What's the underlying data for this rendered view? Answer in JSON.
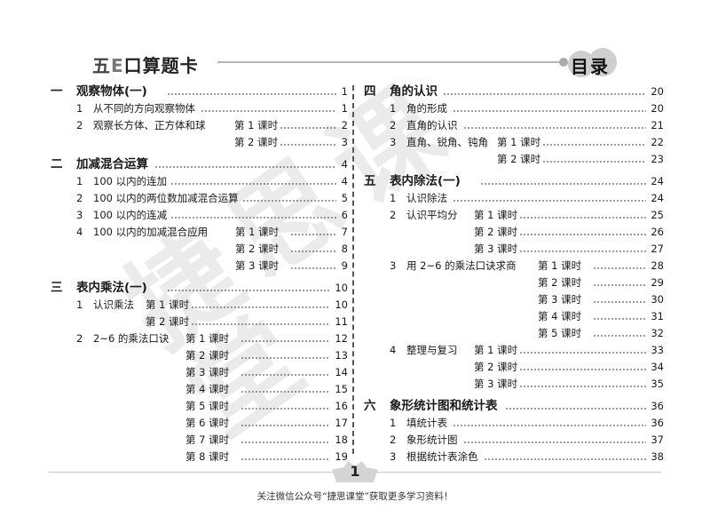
{
  "header": {
    "brand_part1": "五",
    "brand_part2": "E",
    "brand_rest": "口算题卡",
    "section_title": "目录"
  },
  "left_column": [
    {
      "type": "chapter",
      "num": "一",
      "title": "观察物体(一)",
      "page": "1"
    },
    {
      "type": "sub",
      "num": "1",
      "title": "从不同的方向观察物体",
      "lesson": "",
      "page": "1"
    },
    {
      "type": "sub",
      "num": "2",
      "title": "观察长方体、正方体和球",
      "lesson": "第 1 课时",
      "page": "2"
    },
    {
      "type": "lesson",
      "lesson": "第 2 课时",
      "page": "3"
    },
    {
      "type": "chapter",
      "num": "二",
      "title": "加减混合运算",
      "page": "4"
    },
    {
      "type": "sub",
      "num": "1",
      "title": "100 以内的连加",
      "lesson": "",
      "page": "4"
    },
    {
      "type": "sub",
      "num": "2",
      "title": "100 以内的两位数加减混合运算",
      "lesson": "",
      "page": "5"
    },
    {
      "type": "sub",
      "num": "3",
      "title": "100 以内的连减",
      "lesson": "",
      "page": "6"
    },
    {
      "type": "sub",
      "num": "4",
      "title": "100 以内的加减混合应用",
      "lesson": "第 1 课时",
      "page": "7"
    },
    {
      "type": "lesson",
      "lesson": "第 2 课时",
      "page": "8"
    },
    {
      "type": "lesson",
      "lesson": "第 3 课时",
      "page": "9"
    },
    {
      "type": "chapter",
      "num": "三",
      "title": "表内乘法(一)",
      "page": "10"
    },
    {
      "type": "sub",
      "num": "1",
      "title": "认识乘法",
      "lesson": "第 1 课时",
      "page": "10"
    },
    {
      "type": "lesson",
      "lesson": "第 2 课时",
      "page": "11"
    },
    {
      "type": "sub",
      "num": "2",
      "title": "2~6 的乘法口诀",
      "lesson": "第 1 课时",
      "page": "12"
    },
    {
      "type": "lesson",
      "lesson": "第 2 课时",
      "page": "13"
    },
    {
      "type": "lesson",
      "lesson": "第 3 课时",
      "page": "14"
    },
    {
      "type": "lesson",
      "lesson": "第 4 课时",
      "page": "15"
    },
    {
      "type": "lesson",
      "lesson": "第 5 课时",
      "page": "16"
    },
    {
      "type": "lesson",
      "lesson": "第 6 课时",
      "page": "17"
    },
    {
      "type": "lesson",
      "lesson": "第 7 课时",
      "page": "18"
    },
    {
      "type": "lesson",
      "lesson": "第 8 课时",
      "page": "19"
    }
  ],
  "right_column": [
    {
      "type": "chapter",
      "num": "四",
      "title": "角的认识",
      "page": "20"
    },
    {
      "type": "sub",
      "num": "1",
      "title": "角的形成",
      "lesson": "",
      "page": "20"
    },
    {
      "type": "sub",
      "num": "2",
      "title": "直角的认识",
      "lesson": "",
      "page": "21"
    },
    {
      "type": "sub",
      "num": "3",
      "title": "直角、锐角、钝角",
      "lesson": "第 1 课时",
      "page": "22"
    },
    {
      "type": "lesson",
      "lesson": "第 2 课时",
      "page": "23"
    },
    {
      "type": "chapter",
      "num": "五",
      "title": "表内除法(一)",
      "page": "24"
    },
    {
      "type": "sub",
      "num": "1",
      "title": "认识除法",
      "lesson": "",
      "page": "24"
    },
    {
      "type": "sub",
      "num": "2",
      "title": "认识平均分",
      "lesson": "第 1 课时",
      "page": "25"
    },
    {
      "type": "lesson",
      "lesson": "第 2 课时",
      "page": "26"
    },
    {
      "type": "lesson",
      "lesson": "第 3 课时",
      "page": "27"
    },
    {
      "type": "sub",
      "num": "3",
      "title": "用 2~6 的乘法口诀求商",
      "lesson": "第 1 课时",
      "page": "28"
    },
    {
      "type": "lesson",
      "lesson": "第 2 课时",
      "page": "29"
    },
    {
      "type": "lesson",
      "lesson": "第 3 课时",
      "page": "30"
    },
    {
      "type": "lesson",
      "lesson": "第 4 课时",
      "page": "31"
    },
    {
      "type": "lesson",
      "lesson": "第 5 课时",
      "page": "32"
    },
    {
      "type": "sub",
      "num": "4",
      "title": "整理与复习",
      "lesson": "第 1 课时",
      "page": "33"
    },
    {
      "type": "lesson",
      "lesson": "第 2 课时",
      "page": "34"
    },
    {
      "type": "lesson",
      "lesson": "第 3 课时",
      "page": "35"
    },
    {
      "type": "chapter",
      "num": "六",
      "title": "象形统计图和统计表",
      "page": "36"
    },
    {
      "type": "sub",
      "num": "1",
      "title": "填统计表",
      "lesson": "",
      "page": "36"
    },
    {
      "type": "sub",
      "num": "2",
      "title": "象形统计图",
      "lesson": "",
      "page": "37"
    },
    {
      "type": "sub",
      "num": "3",
      "title": "根据统计表涂色",
      "lesson": "",
      "page": "38"
    }
  ],
  "watermark": "捷思课堂",
  "footer": {
    "page_number": "1",
    "note": "关注微信公众号“捷思课堂”获取更多学习资料！"
  },
  "colors": {
    "text": "#1a1a1a",
    "rule": "#b5b5b5",
    "badge": "#d4d4d4"
  }
}
